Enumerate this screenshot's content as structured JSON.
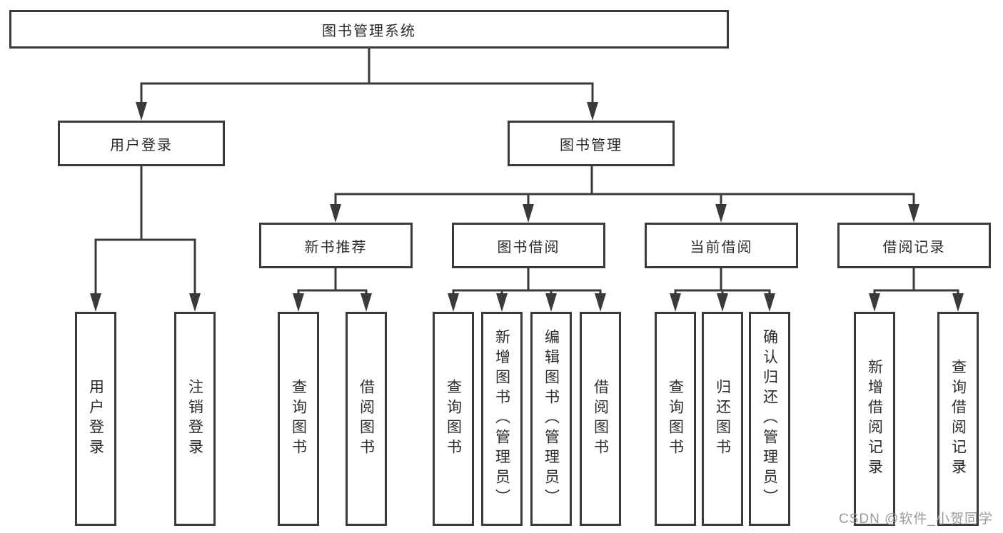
{
  "colors": {
    "line": "#3a3a3a",
    "text": "#2b2b2b",
    "watermark": "#9b9b9b",
    "background": "#ffffff"
  },
  "watermark": {
    "text": "CSDN @软件_小贺同学"
  },
  "tree": {
    "root": "图书管理系统",
    "children": [
      {
        "label": "用户登录",
        "children": [
          "用户登录",
          "注销登录"
        ]
      },
      {
        "label": "图书管理",
        "children": [
          {
            "label": "新书推荐",
            "children": [
              "查询图书",
              "借阅图书"
            ]
          },
          {
            "label": "图书借阅",
            "children": [
              "查询图书",
              "新增图书（管理员）",
              "编辑图书（管理员）",
              "借阅图书"
            ]
          },
          {
            "label": "当前借阅",
            "children": [
              "查询图书",
              "归还图书",
              "确认归还（管理员）"
            ]
          },
          {
            "label": "借阅记录",
            "children": [
              "新增借阅记录",
              "查询借阅记录"
            ]
          }
        ]
      }
    ]
  }
}
